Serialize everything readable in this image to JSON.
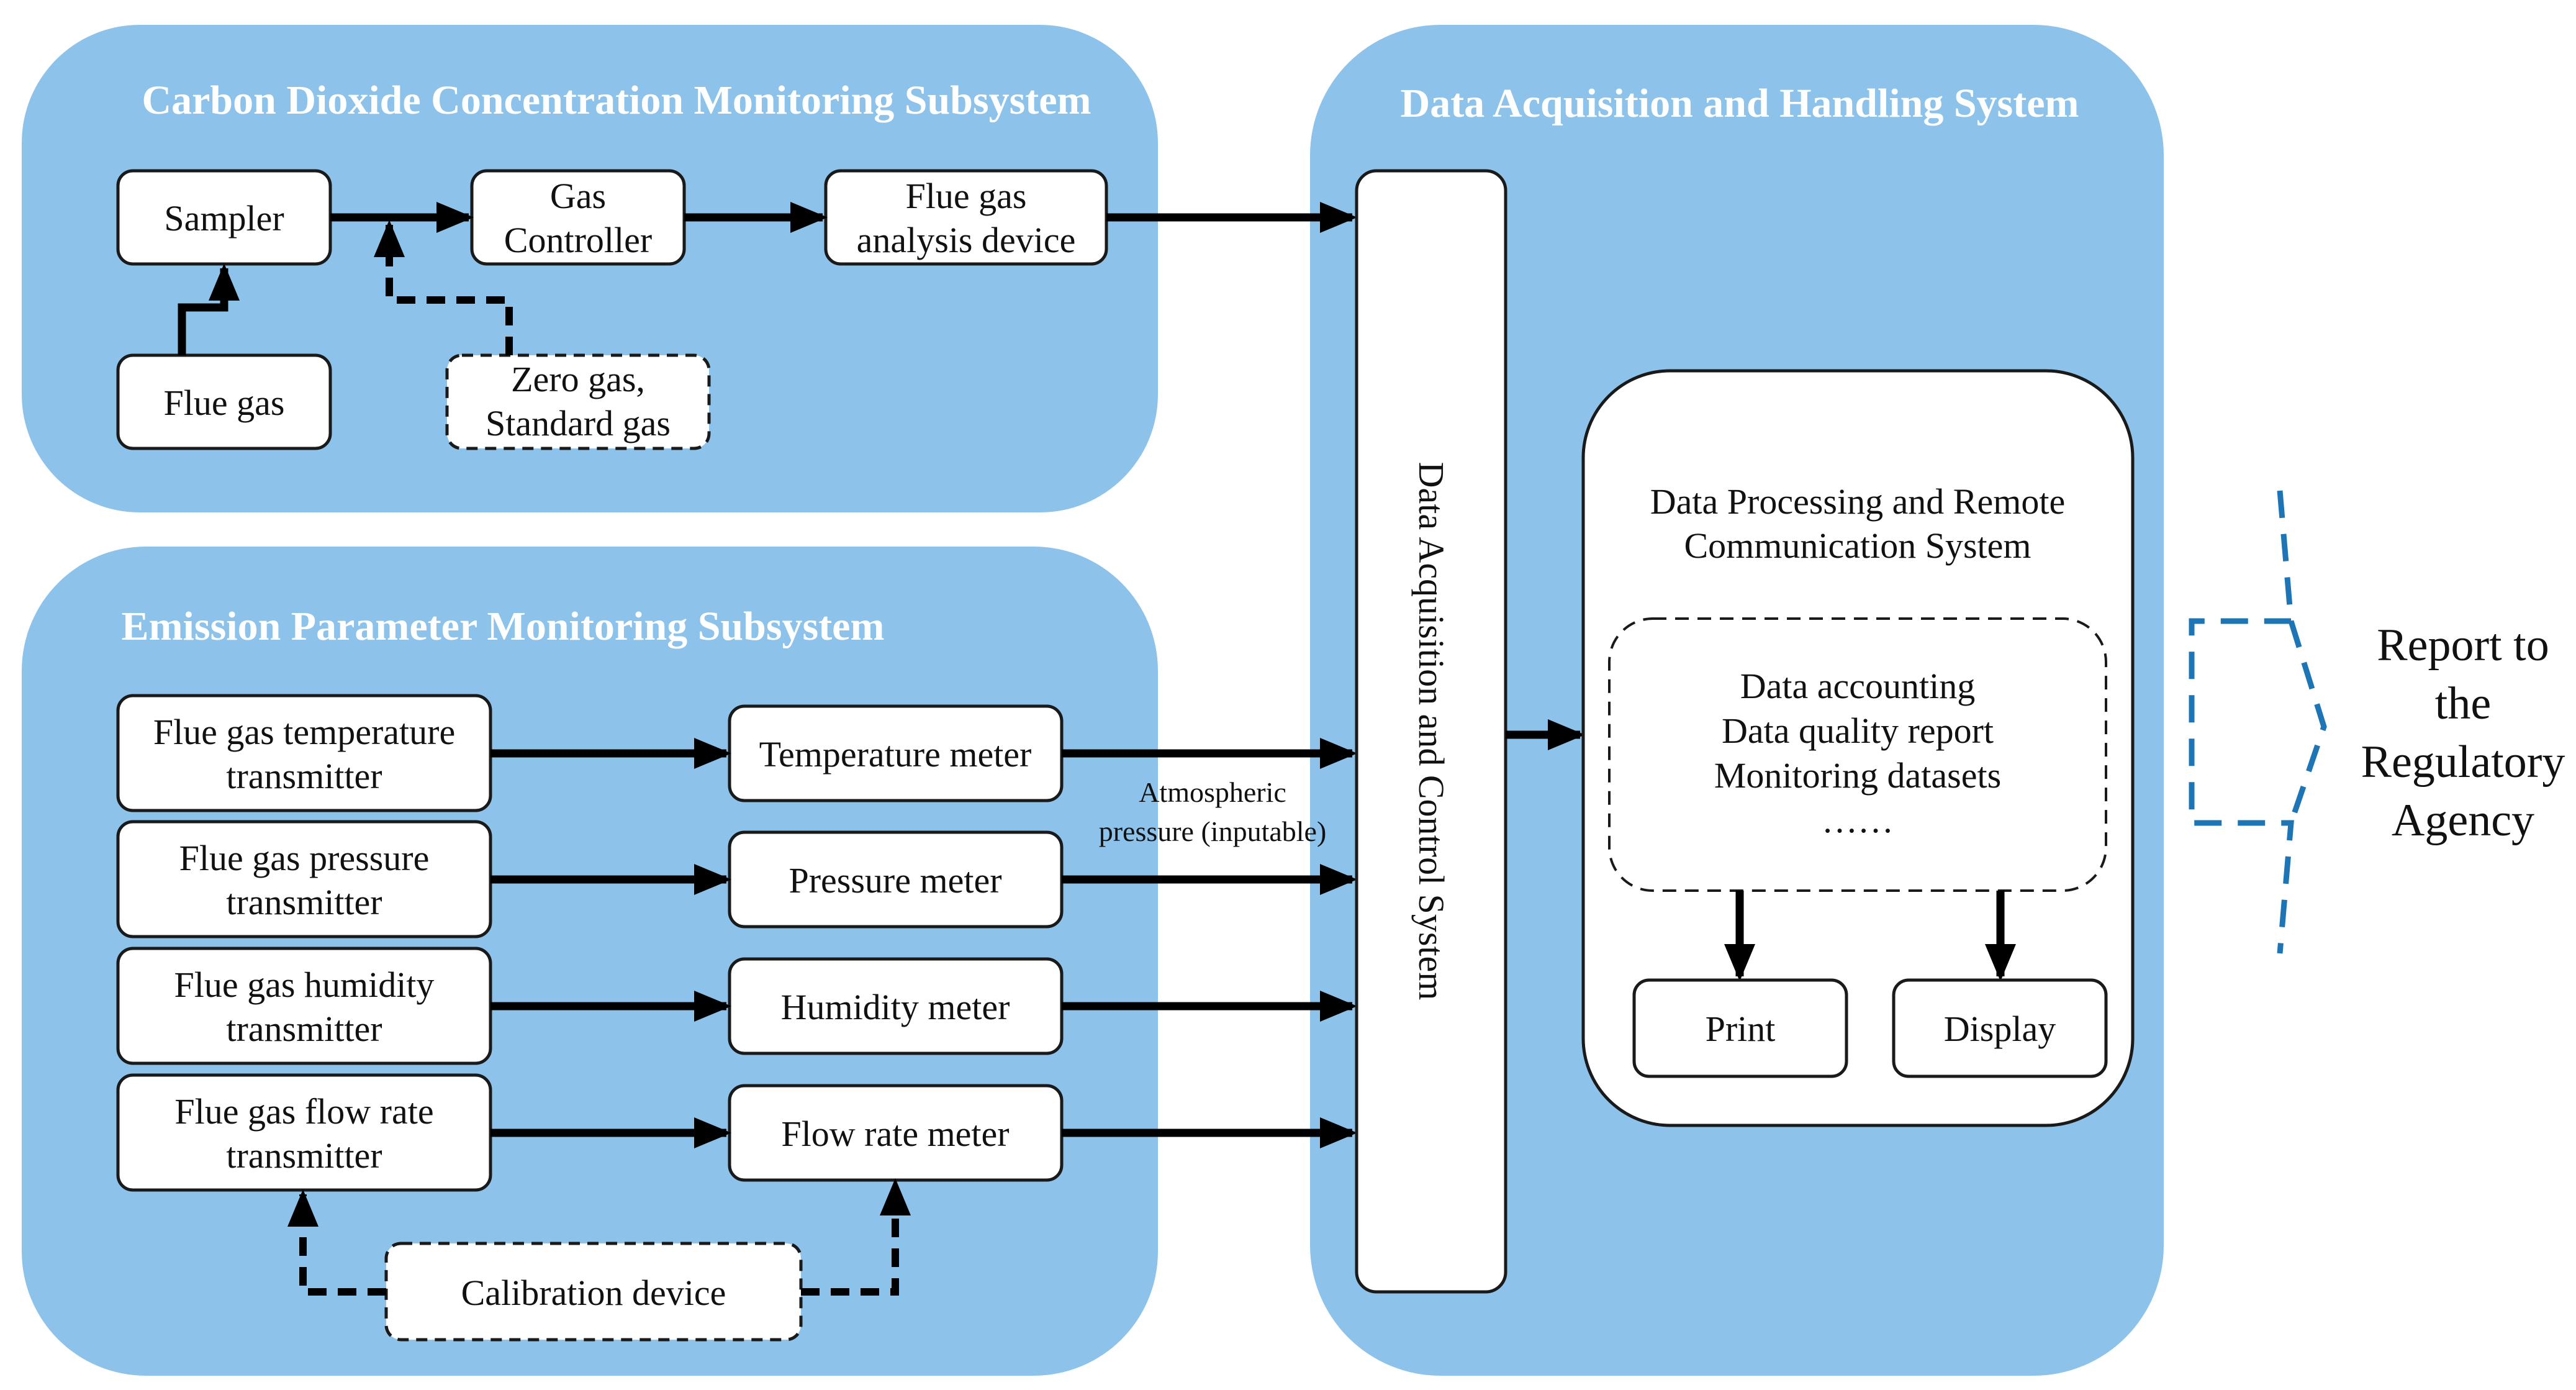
{
  "subsystems": {
    "co2": {
      "title": "Carbon Dioxide Concentration Monitoring Subsystem",
      "sampler": "Sampler",
      "flue_gas": "Flue gas",
      "gas_controller": [
        "Gas",
        "Controller"
      ],
      "analysis_device": [
        "Flue gas",
        "analysis device"
      ],
      "zero_gas": [
        "Zero gas,",
        "Standard gas"
      ]
    },
    "emission": {
      "title": "Emission Parameter Monitoring Subsystem",
      "transmitters": [
        [
          "Flue gas temperature",
          "transmitter"
        ],
        [
          "Flue gas pressure",
          "transmitter"
        ],
        [
          "Flue gas humidity",
          "transmitter"
        ],
        [
          "Flue gas flow rate",
          "transmitter"
        ]
      ],
      "meters": [
        "Temperature meter",
        "Pressure meter",
        "Humidity meter",
        "Flow rate meter"
      ],
      "calibration": "Calibration device",
      "atmospheric_note": [
        "Atmospheric",
        "pressure (inputable)"
      ]
    },
    "daq": {
      "title": "Data Acquisition and Handling System",
      "control_system": "Data Acquisition and Control System",
      "processing_title": [
        "Data Processing and Remote",
        "Communication System"
      ],
      "processing_items": [
        "Data accounting",
        "Data quality report",
        "Monitoring datasets",
        "……"
      ],
      "print": "Print",
      "display": "Display"
    }
  },
  "report": [
    "Report to",
    "the",
    "Regulatory",
    "Agency"
  ],
  "colors": {
    "panel": "#8dc3ea",
    "bolt": "#1d75b5"
  }
}
